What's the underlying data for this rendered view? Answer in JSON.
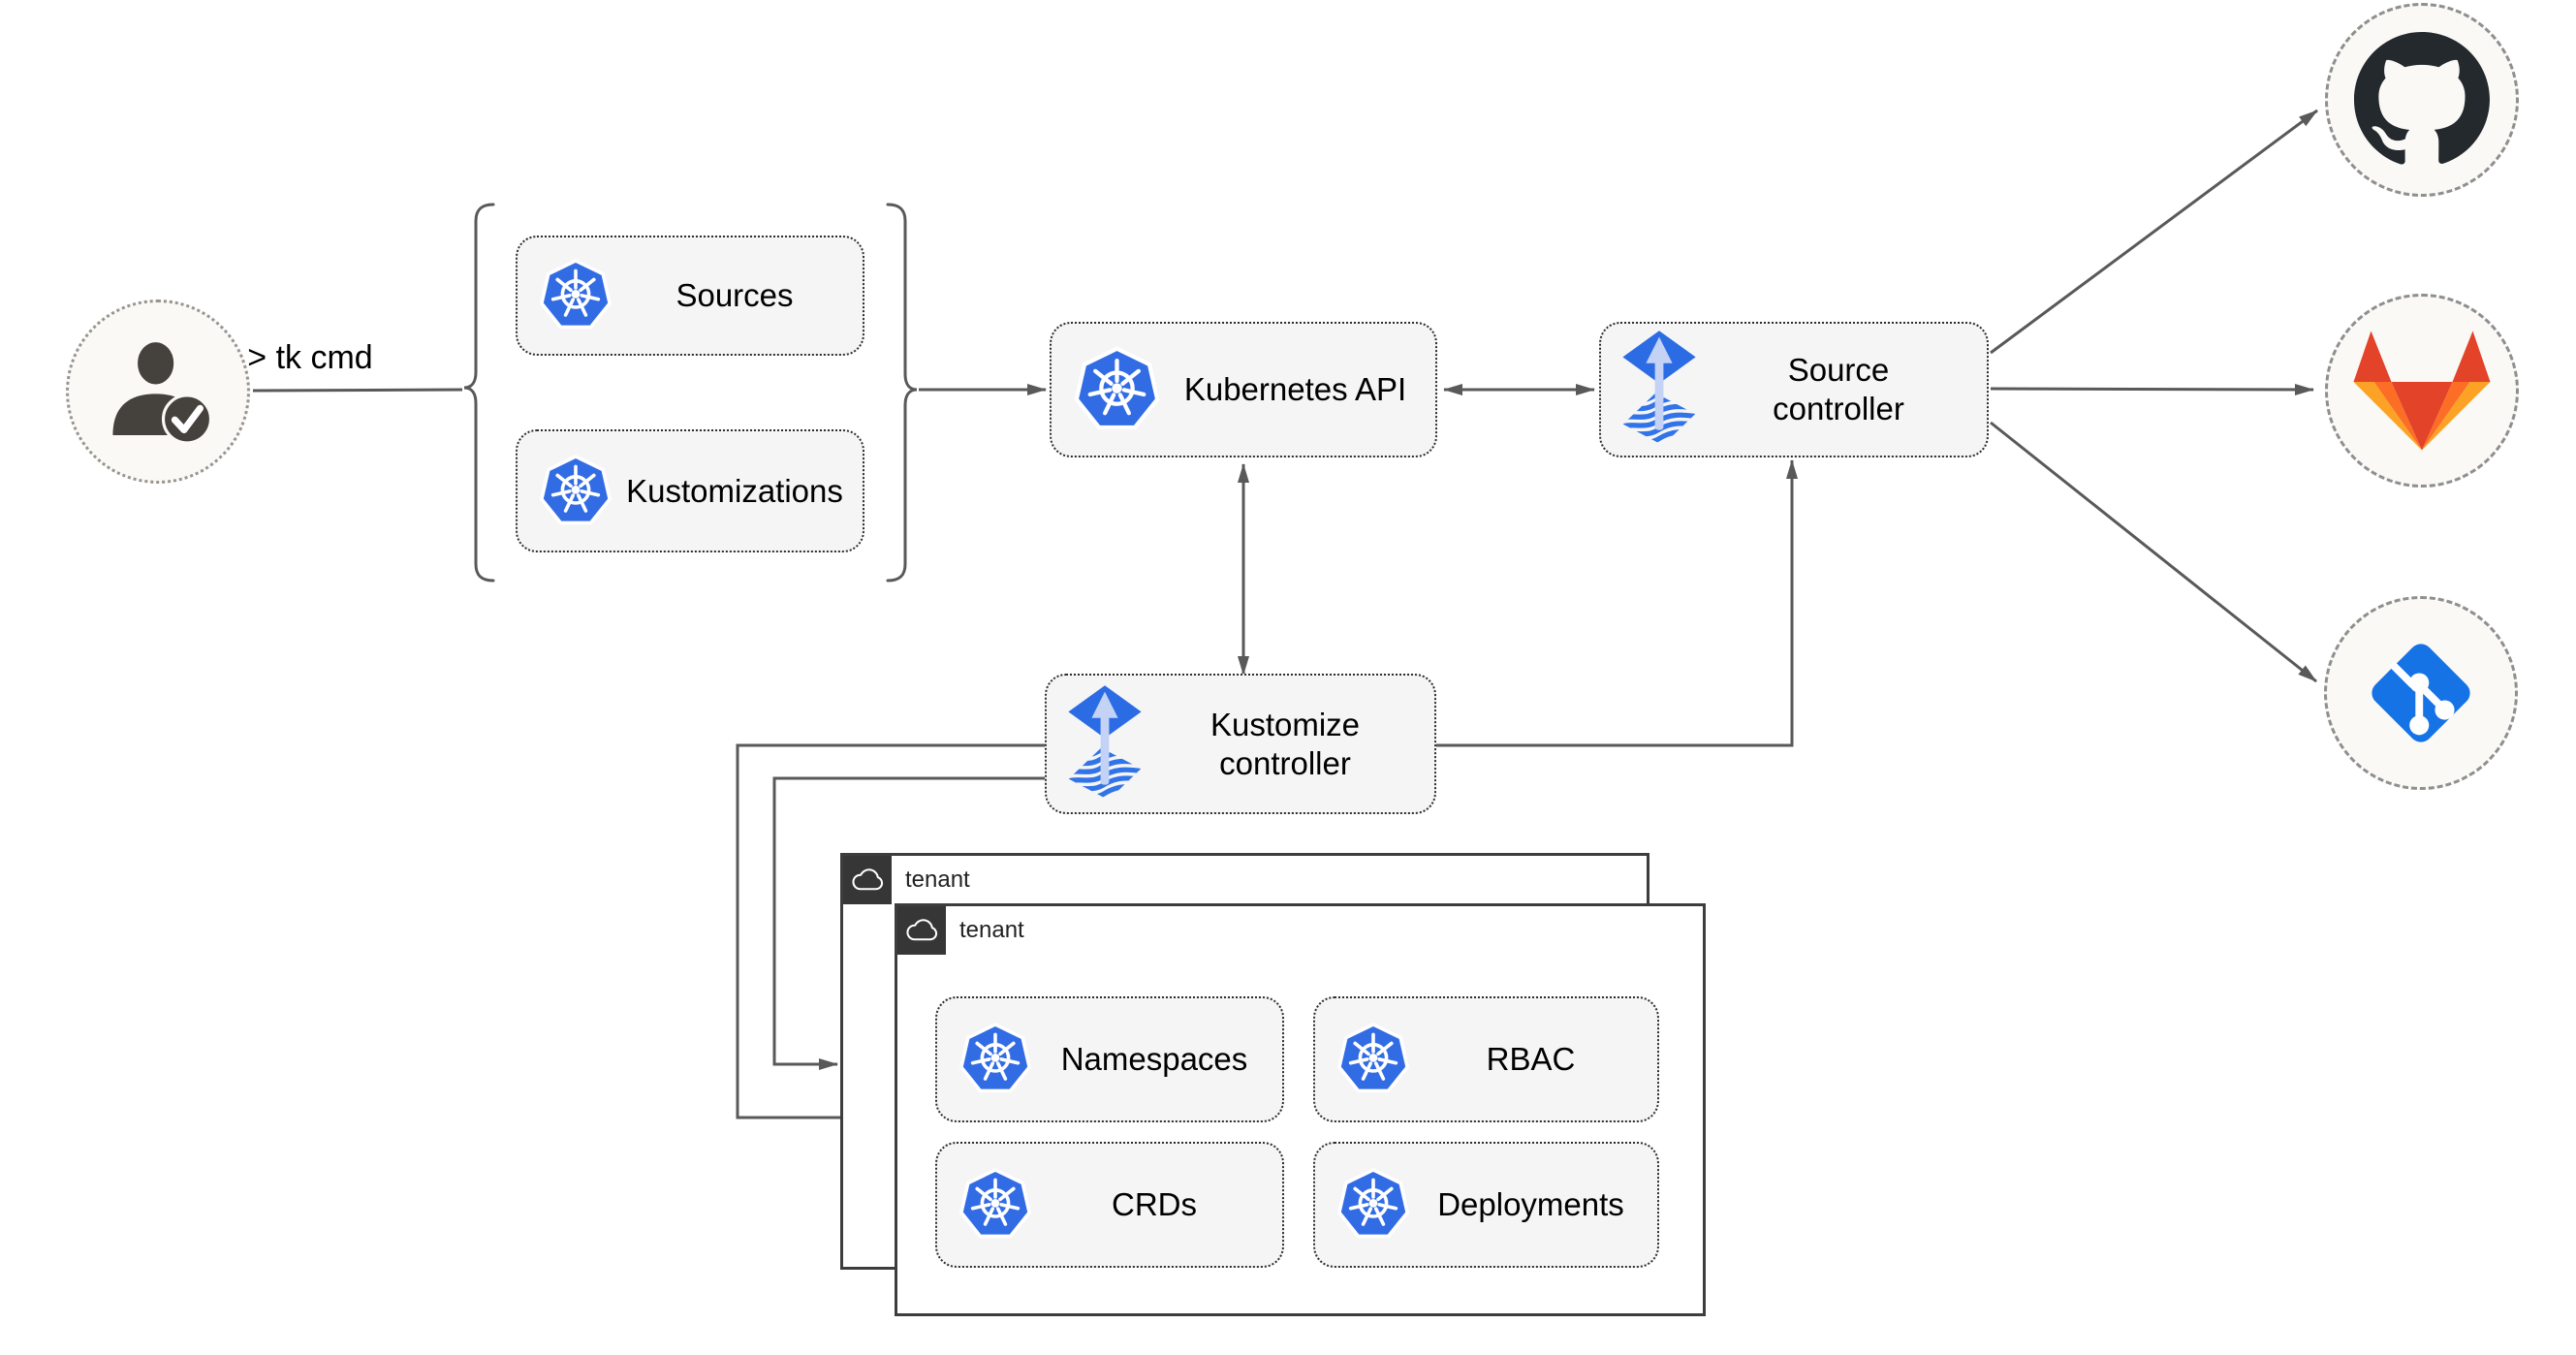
{
  "colors": {
    "line_gray": "#595959",
    "box_fill": "#f5f5f5",
    "box_border": "#2e2e2e",
    "circle_fill": "#faf9f6",
    "tab_dark": "#363636",
    "icon_dark": "#45423d",
    "k8s_blue": "#326ce5",
    "flux_blue": "#2b6ce5",
    "flux_stripe": "#3173e8",
    "flux_arrow": "#c3d2f5",
    "github_dark": "#24292e",
    "gitlab_red": "#e24329",
    "gitlab_orange": "#fc6d26",
    "gitlab_yellow": "#fca326",
    "git_blue": "#1673e6"
  },
  "diagram": {
    "user_command": "> tk cmd",
    "toolkit": {
      "sources": "Sources",
      "kustomizations": "Kustomizations"
    },
    "cluster": {
      "kubernetes_api": "Kubernetes API",
      "source_controller": "Source controller",
      "kustomize_controller": "Kustomize controller"
    },
    "tenants": {
      "back": {
        "label": "tenant"
      },
      "front": {
        "label": "tenant",
        "resources": {
          "namespaces": "Namespaces",
          "rbac": "RBAC",
          "crds": "CRDs",
          "deployments": "Deployments"
        }
      }
    },
    "remotes": {
      "github": {
        "icon": "github-icon"
      },
      "gitlab": {
        "icon": "gitlab-icon"
      },
      "git": {
        "icon": "git-icon"
      }
    }
  }
}
